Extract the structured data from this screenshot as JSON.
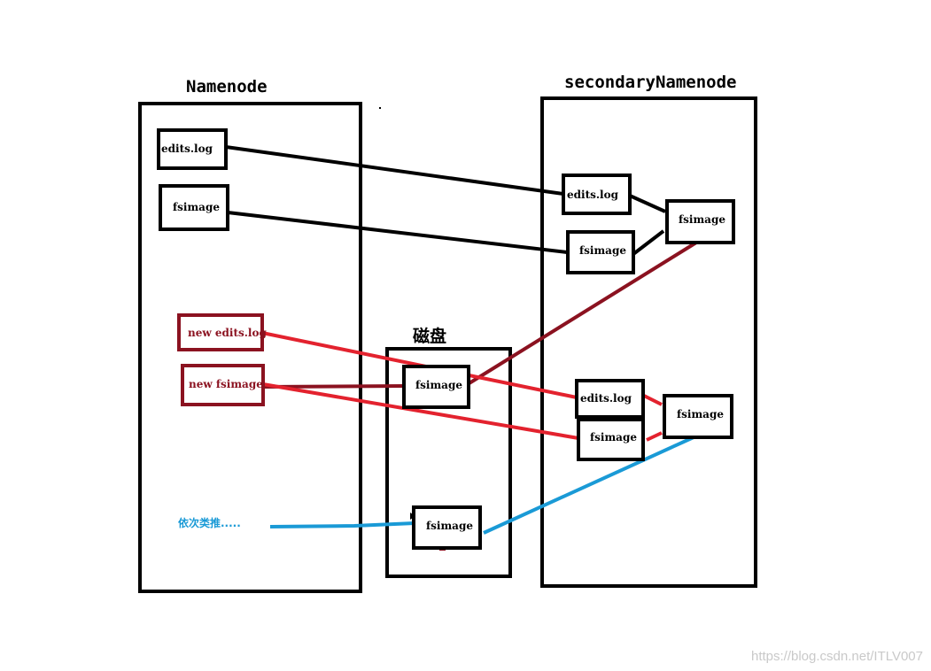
{
  "titles": {
    "namenode": "Namenode",
    "secondary": "secondaryNamenode",
    "disk": "磁盘"
  },
  "namenode_boxes": {
    "edits": "edits.log",
    "fsimage": "fsimage",
    "new_edits": "new edits.log",
    "new_fsimage": "new fsimage"
  },
  "secondary_boxes": {
    "edits_top": "edits.log",
    "fsimage_top_left": "fsimage",
    "fsimage_top_merged": "fsimage",
    "edits_bottom": "edits.log",
    "fsimage_bottom_left": "fsimage",
    "fsimage_bottom_merged": "fsimage"
  },
  "disk_boxes": {
    "fsimage_1": "fsimage",
    "fsimage_2": "fsimage"
  },
  "annotation": {
    "and_so_on": "依次类推....."
  },
  "watermark": "https://blog.csdn.net/ITLV007",
  "colors": {
    "black": "#000000",
    "dark_red": "#8b1220",
    "red": "#e3222e",
    "blue": "#1a9ad6"
  }
}
